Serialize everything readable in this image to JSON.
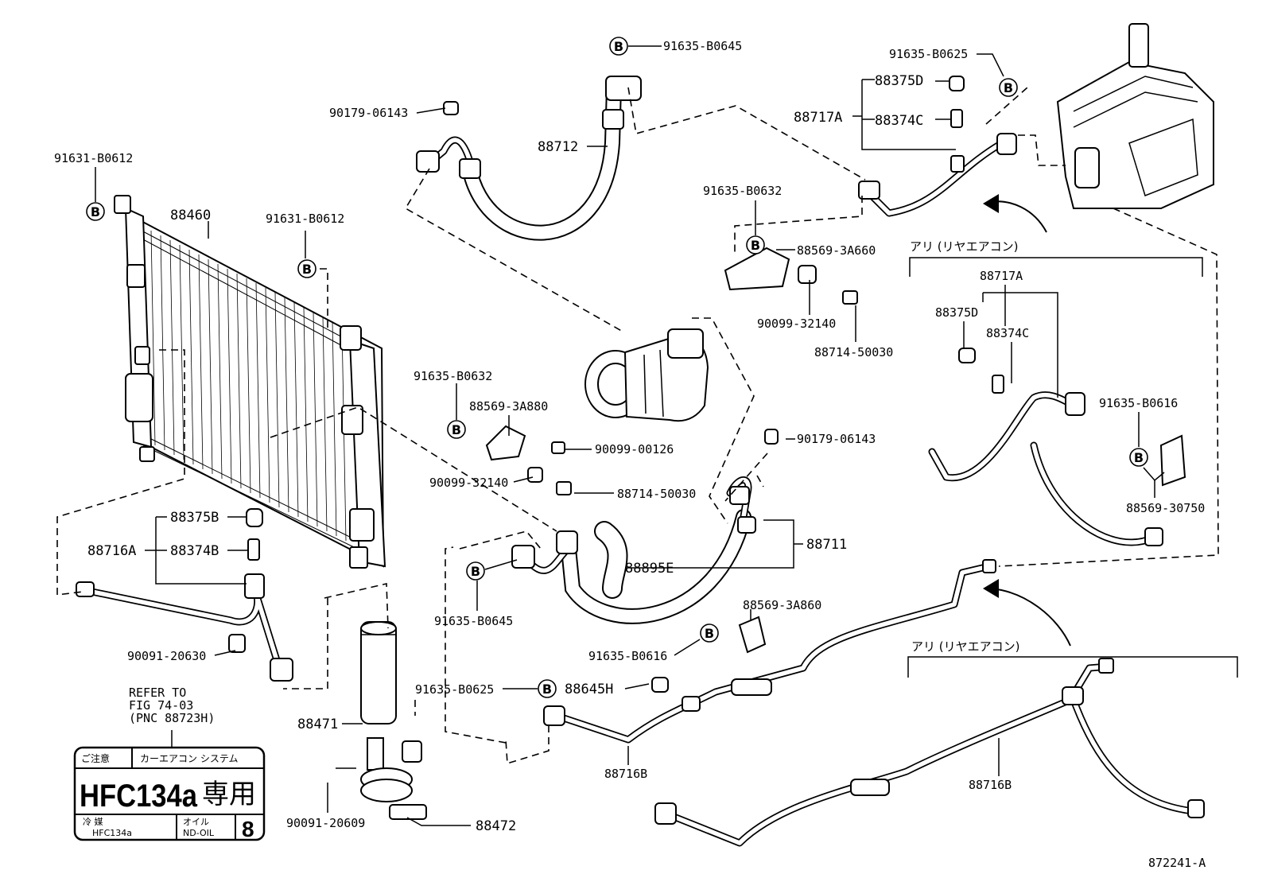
{
  "parts": {
    "p91635_B0645_top": "91635-B0645",
    "p90179_06143_top": "90179-06143",
    "p88712": "88712",
    "p91631_B0612_left": "91631-B0612",
    "p88460": "88460",
    "p91631_B0612_mid": "91631-B0612",
    "p91635_B0625_top": "91635-B0625",
    "p88375D_top": "88375D",
    "p88717A_top": "88717A",
    "p88374C_top": "88374C",
    "p91635_B0632_top": "91635-B0632",
    "p88569_3A660": "88569-3A660",
    "p90099_32140_top": "90099-32140",
    "p88714_50030_top": "88714-50030",
    "p88717A_rear": "88717A",
    "p88375D_rear": "88375D",
    "p88374C_rear": "88374C",
    "p91635_B0616_rear": "91635-B0616",
    "p88569_30750": "88569-30750",
    "p91635_B0632_mid": "91635-B0632",
    "p88569_3A880": "88569-3A880",
    "p90099_00126": "90099-00126",
    "p90099_32140_mid": "90099-32140",
    "p88714_50030_mid": "88714-50030",
    "p90179_06143_mid": "90179-06143",
    "p88711": "88711",
    "p88895E": "88895E",
    "p91635_B0645_mid": "91635-B0645",
    "p88375B": "88375B",
    "p88716A": "88716A",
    "p88374B": "88374B",
    "p90091_20630": "90091-20630",
    "p88471": "88471",
    "p90091_20609": "90091-20609",
    "p88472": "88472",
    "p88569_3A860": "88569-3A860",
    "p91635_B0616_mid": "91635-B0616",
    "p91635_B0625_mid": "91635-B0625",
    "p88645H": "88645H",
    "p88716B_left": "88716B",
    "p88716B_right": "88716B",
    "ref_line1": "REFER TO",
    "ref_line2": "FIG 74-03",
    "ref_line3": "(PNC 88723H)",
    "figure_id": "872241-A"
  },
  "rear_ac_note_top": "アリ (リヤエアコン)",
  "rear_ac_note_bottom": "アリ (リヤエアコン)",
  "bolt_marker": "B",
  "caution_label": {
    "title_left": "ご注意",
    "title_right": "カーエアコン システム",
    "refrigerant": "HFC134a",
    "kanji": "専用",
    "row_left_top": "冷 媒",
    "row_left_bottom": "HFC134a",
    "row_right_top": "オイル",
    "row_right_bottom": "ND-OIL",
    "oil_number": "8"
  }
}
